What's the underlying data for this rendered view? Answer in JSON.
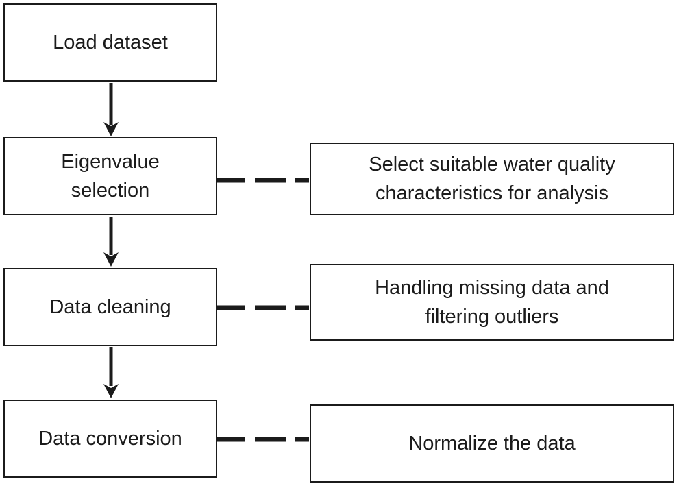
{
  "figure": {
    "type": "flowchart",
    "colors": {
      "line": "#1b1b1b",
      "background": "#ffffff"
    },
    "left_steps": [
      {
        "label": "Load dataset"
      },
      {
        "label": "Eigenvalue selection"
      },
      {
        "label": "Data cleaning"
      },
      {
        "label": "Data conversion"
      }
    ],
    "right_notes": [
      {
        "label": "Select suitable water quality characteristics for analysis"
      },
      {
        "label": "Handling missing data and filtering outliers"
      },
      {
        "label": "Normalize the data"
      }
    ],
    "connections": {
      "vertical_arrows": [
        {
          "from": "Load dataset",
          "to": "Eigenvalue selection"
        },
        {
          "from": "Eigenvalue selection",
          "to": "Data cleaning"
        },
        {
          "from": "Data cleaning",
          "to": "Data conversion"
        }
      ],
      "dashed_links": [
        {
          "from": "Eigenvalue selection",
          "to": "Select suitable water quality characteristics for analysis"
        },
        {
          "from": "Data cleaning",
          "to": "Handling missing data and filtering outliers"
        },
        {
          "from": "Data conversion",
          "to": "Normalize the data"
        }
      ]
    }
  }
}
